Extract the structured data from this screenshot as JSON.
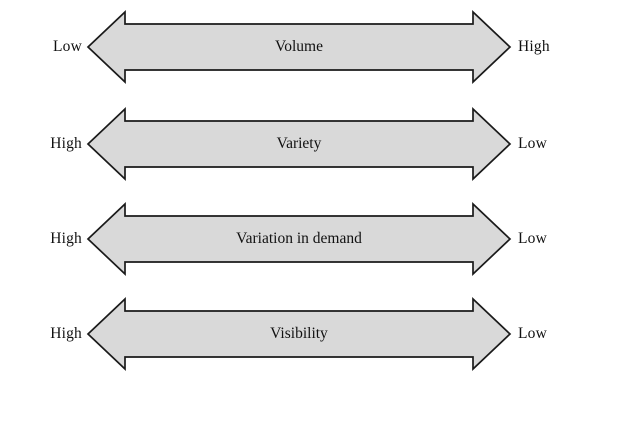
{
  "diagram": {
    "background_color": "#ffffff",
    "arrow_fill_color": "#d9d9d9",
    "arrow_stroke_color": "#1a1a1a",
    "text_color": "#111111",
    "rows": [
      {
        "caption": "Volume",
        "left_label": "Low",
        "right_label": "High",
        "icon": "double-headed-arrow-icon"
      },
      {
        "caption": "Variety",
        "left_label": "High",
        "right_label": "Low",
        "icon": "double-headed-arrow-icon"
      },
      {
        "caption": "Variation in demand",
        "left_label": "High",
        "right_label": "Low",
        "icon": "double-headed-arrow-icon"
      },
      {
        "caption": "Visibility",
        "left_label": "High",
        "right_label": "Low",
        "icon": "double-headed-arrow-icon"
      }
    ]
  }
}
